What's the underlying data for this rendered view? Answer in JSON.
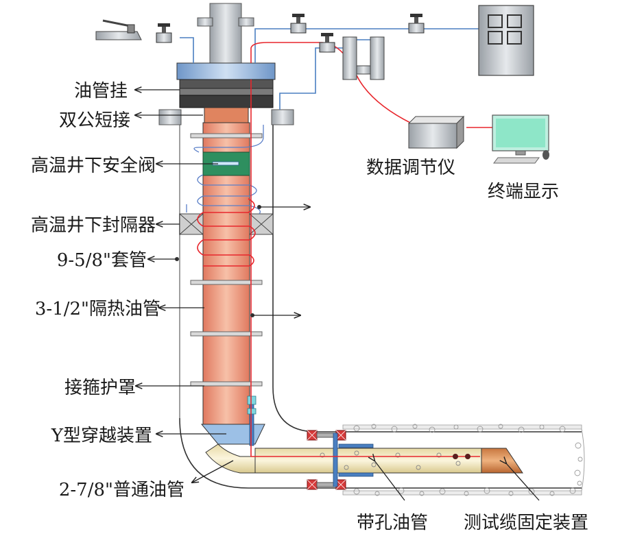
{
  "labels": {
    "tubing_hanger": "油管挂",
    "double_pin_sub": "双公短接",
    "safety_valve": "高温井下安全阀",
    "packer": "高温井下封隔器",
    "casing": "9-5/8\"套管",
    "insulated_tubing": "3-1/2\"隔热油管",
    "coupling_protector": "接箍护罩",
    "y_crossover": "Y型穿越装置",
    "regular_tubing": "2-7/8\"普通油管",
    "perforated_tubing": "带孔油管",
    "cable_fixture": "测试缆固定装置",
    "data_regulator": "数据调节仪",
    "terminal_display": "终端显示"
  },
  "icons": [
    "handle-valve-icon",
    "needle-valve-icon",
    "control-cabinet-icon",
    "computer-monitor-icon",
    "keyboard-icon",
    "mouse-icon"
  ],
  "colors": {
    "tubing_fill": "#f2a58a",
    "tubing_dark": "#e0795f",
    "cable_red": "#e8262c",
    "line_blue": "#4a7fc1",
    "hanger_blue": "#8aaed8",
    "packer_gray": "#cccccc",
    "screen_green": "#8ee6c8",
    "cement": "#e9e9e9"
  }
}
